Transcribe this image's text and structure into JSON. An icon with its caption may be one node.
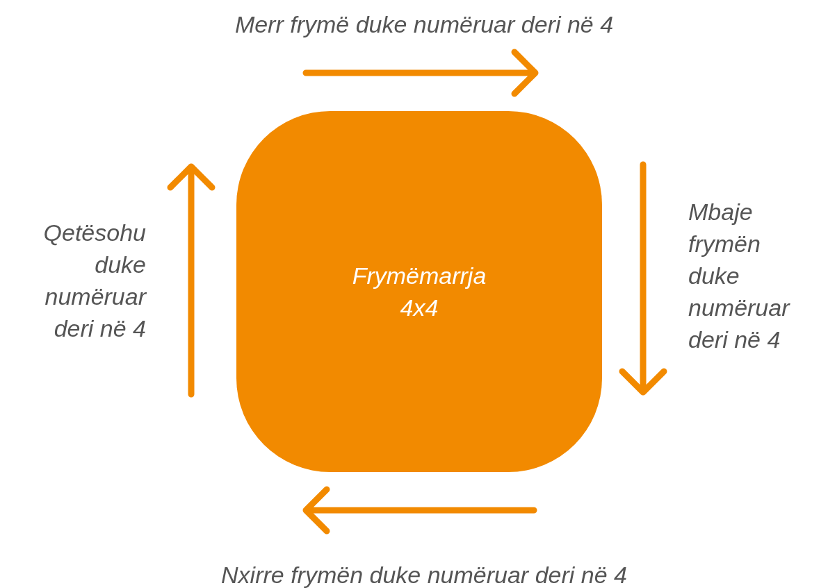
{
  "diagram": {
    "nodes": [
      {
        "text": [
          "Frymëmarrja 4x4"
        ]
      }
    ],
    "labels": [
      "Merr frymë duke numëruar deri në 4",
      "Qetësohu duke numëruar deri në 4",
      "Mbaje frymën duke numëruar deri në 4",
      "Nxirre frymën duke numëruar deri në 4"
    ]
  }
}
